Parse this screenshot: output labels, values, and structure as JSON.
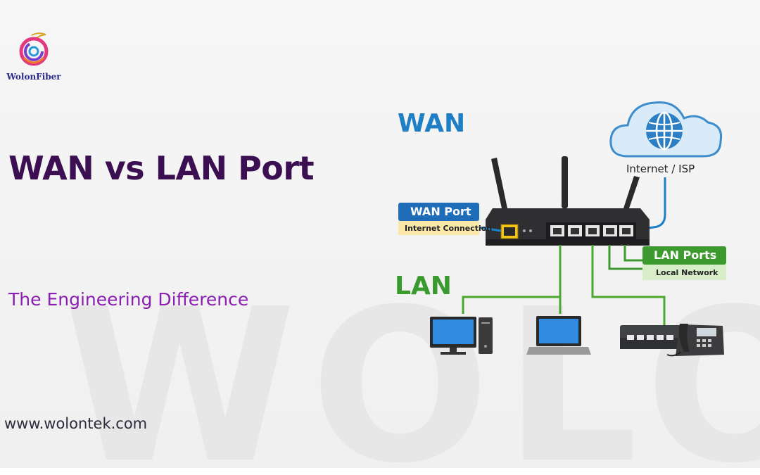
{
  "brand": {
    "logo_text": "WolonFiber",
    "logo_icon": "swirl-logo-icon"
  },
  "title": "WAN vs LAN Port",
  "subtitle": "The Engineering Difference",
  "website": "www.wolontek.com",
  "watermark": "WOLON",
  "diagram": {
    "wan_heading": "WAN",
    "lan_heading": "LAN",
    "cloud_label": "Internet / ISP",
    "wan_port_label": "WAN Port",
    "wan_port_sub": "Internet Connection",
    "lan_ports_label": "LAN Ports",
    "lan_ports_sub": "Local Network",
    "devices": [
      "desktop-computer-icon",
      "laptop-icon",
      "ip-phone-icon"
    ]
  },
  "colors": {
    "title": "#3b0f52",
    "subtitle": "#8a1fb1",
    "wan_blue": "#1f7fc6",
    "lan_green": "#3a9a2f",
    "label_blue": "#1f6db8",
    "label_green": "#3d9a2e"
  }
}
